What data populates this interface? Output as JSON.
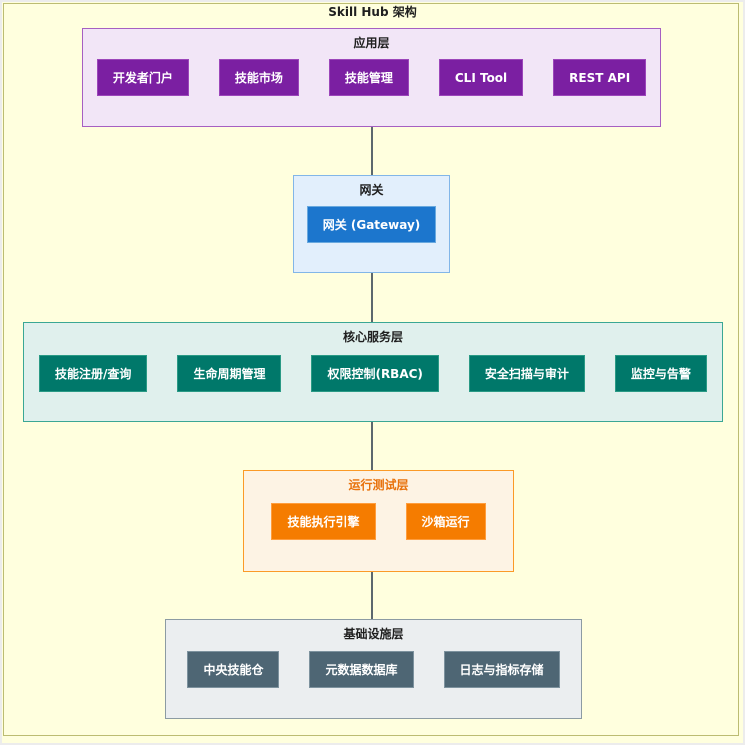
{
  "title": "Skill Hub 架构",
  "layers": [
    {
      "id": "application",
      "label": "应用层",
      "nodes": [
        "开发者门户",
        "技能市场",
        "技能管理",
        "CLI Tool",
        "REST API"
      ]
    },
    {
      "id": "gateway",
      "label": "网关",
      "nodes": [
        "网关 (Gateway)"
      ]
    },
    {
      "id": "core-services",
      "label": "核心服务层",
      "nodes": [
        "技能注册/查询",
        "生命周期管理",
        "权限控制(RBAC)",
        "安全扫描与审计",
        "监控与告警"
      ]
    },
    {
      "id": "runtime-test",
      "label": "运行测试层",
      "nodes": [
        "技能执行引擎",
        "沙箱运行"
      ]
    },
    {
      "id": "infrastructure",
      "label": "基础设施层",
      "nodes": [
        "中央技能仓",
        "元数据数据库",
        "日志与指标存储"
      ]
    }
  ],
  "edges": [
    {
      "from": "应用层",
      "to": "网关"
    },
    {
      "from": "网关",
      "to": "核心服务层"
    },
    {
      "from": "核心服务层",
      "to": "运行测试层"
    },
    {
      "from": "运行测试层",
      "to": "基础设施层"
    }
  ],
  "colors": {
    "canvas_background": "#ffffde",
    "canvas_border": "#bcbc72",
    "application_node": "#7b1fa2",
    "application_container": "#f2e6f7",
    "gateway_node": "#1c76cd",
    "gateway_container": "#e2effc",
    "core_node": "#00786a",
    "core_container": "#e0f0ed",
    "runtime_node": "#f57c00",
    "runtime_container": "#fdf3e4",
    "runtime_label": "#e8710a",
    "infra_node": "#4e6674",
    "infra_container": "#ebeef0",
    "connector": "#5c686e"
  }
}
